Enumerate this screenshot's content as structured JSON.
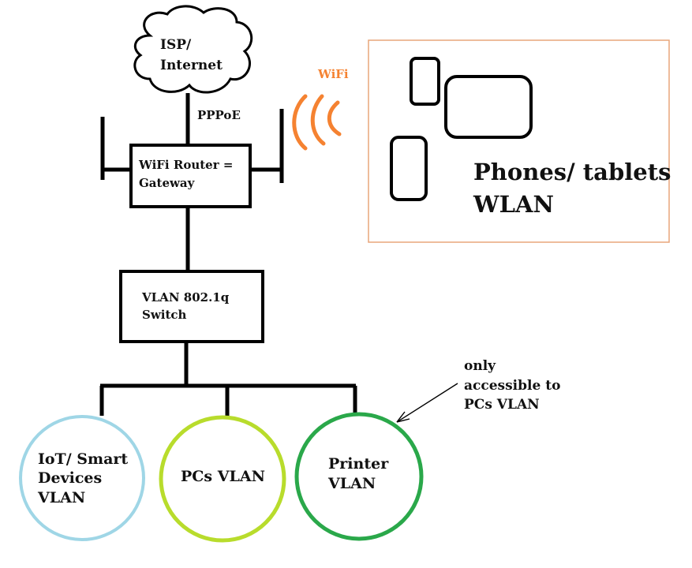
{
  "isp": {
    "line1": "ISP/",
    "line2": "Internet"
  },
  "pppoe": "PPPoE",
  "wifi": {
    "label": "WiFi",
    "color": "#f58231"
  },
  "router": {
    "line1": "WiFi Router  =",
    "line2": "Gateway"
  },
  "switch": {
    "line1": "VLAN 802.1q",
    "line2": "Switch"
  },
  "wlan": {
    "line1": "Phones/ tablets",
    "line2": "WLAN",
    "border_color": "#e8a57a"
  },
  "vlans": {
    "iot": {
      "line1": "IoT/ Smart",
      "line2": "Devices",
      "line3": "VLAN",
      "color": "#9fd6e6"
    },
    "pcs": {
      "line1": "PCs VLAN",
      "color": "#b8dc2c"
    },
    "printer": {
      "line1": "Printer",
      "line2": "VLAN",
      "color": "#2aa84a"
    }
  },
  "note": {
    "line1": "only",
    "line2": "accessible to",
    "line3": "PCs VLAN"
  }
}
